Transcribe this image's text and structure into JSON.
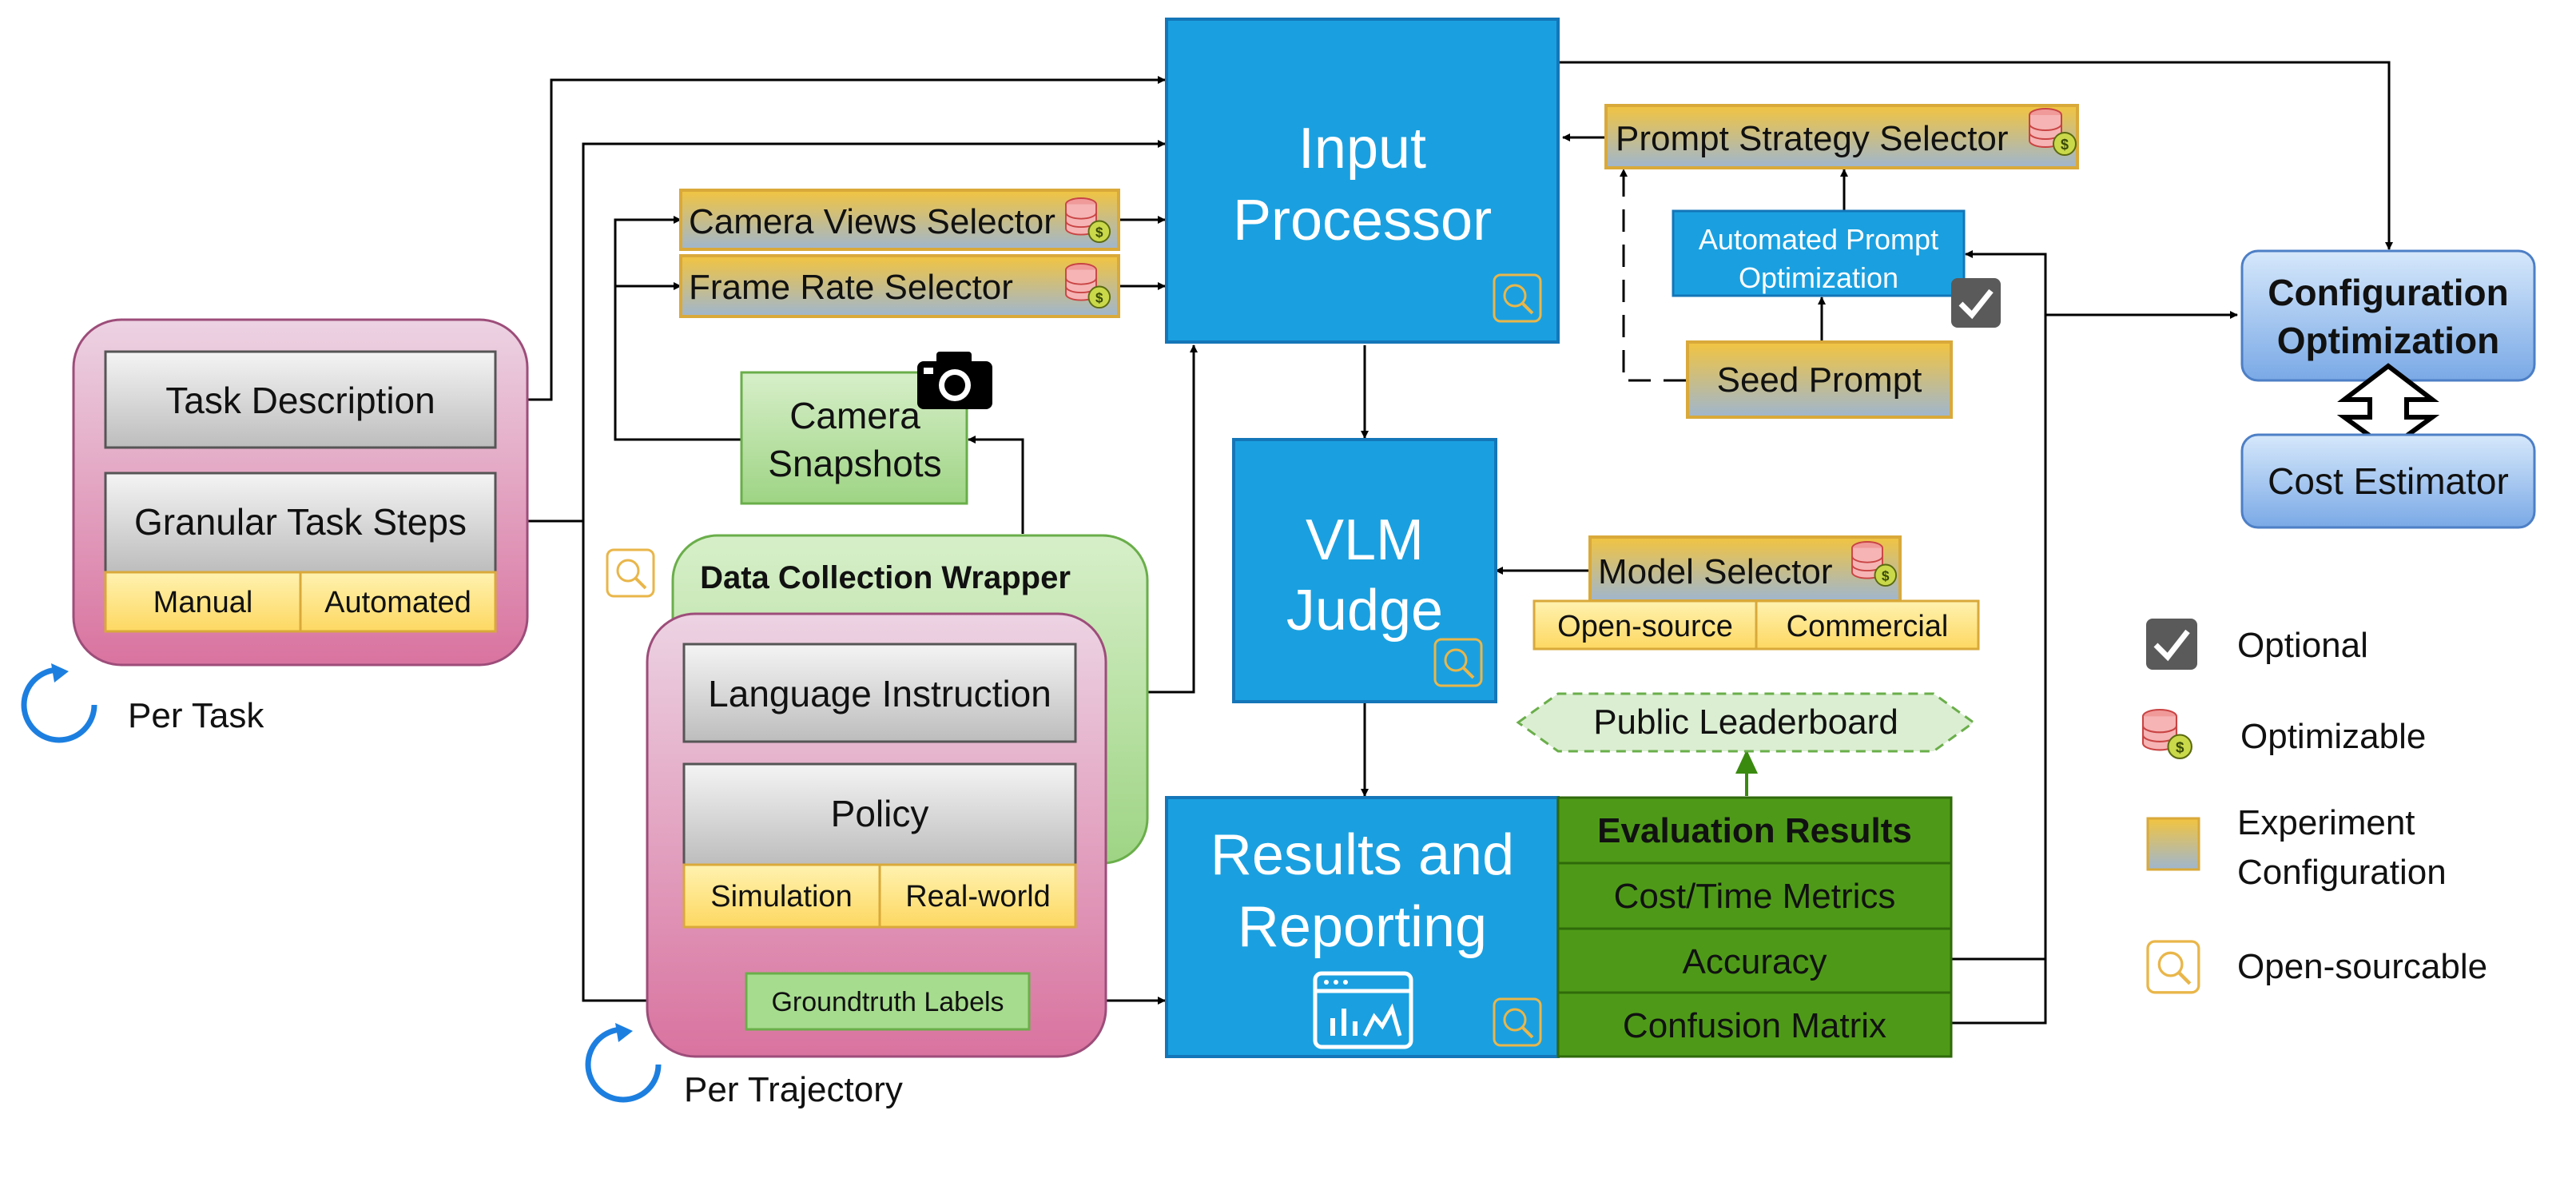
{
  "per_task_group": {
    "task_description": "Task Description",
    "granular_task_steps": "Granular Task Steps",
    "manual": "Manual",
    "automated": "Automated",
    "loop_label": "Per Task"
  },
  "input_processor": {
    "title_line1": "Input",
    "title_line2": "Processor"
  },
  "camera_views_selector": "Camera Views Selector",
  "frame_rate_selector": "Frame Rate Selector",
  "camera_snapshots": {
    "line1": "Camera",
    "line2": "Snapshots"
  },
  "data_collection_wrapper": "Data Collection Wrapper",
  "per_trajectory_group": {
    "language_instruction": "Language Instruction",
    "policy": "Policy",
    "simulation": "Simulation",
    "real_world": "Real-world",
    "groundtruth_labels": "Groundtruth Labels",
    "loop_label": "Per Trajectory"
  },
  "prompt_strategy_selector": "Prompt Strategy Selector",
  "automated_prompt_optimization": {
    "line1": "Automated Prompt",
    "line2": "Optimization"
  },
  "seed_prompt": "Seed Prompt",
  "vlm_judge": {
    "line1": "VLM",
    "line2": "Judge"
  },
  "model_selector": "Model Selector",
  "open_source": "Open-source",
  "commercial": "Commercial",
  "public_leaderboard": "Public Leaderboard",
  "results_reporting": {
    "line1": "Results and",
    "line2": "Reporting"
  },
  "evaluation_results": {
    "header": "Evaluation Results",
    "rows": [
      "Cost/Time Metrics",
      "Accuracy",
      "Confusion Matrix"
    ]
  },
  "configuration_optimization": {
    "line1": "Configuration",
    "line2": "Optimization"
  },
  "cost_estimator": "Cost Estimator",
  "legend": {
    "optional": "Optional",
    "optimizable": "Optimizable",
    "experiment_configuration_line1": "Experiment",
    "experiment_configuration_line2": "Configuration",
    "open_sourcable": "Open-sourcable"
  },
  "colors": {
    "blue_box": "#1aa0e0",
    "pink_group": "#e8b3cf",
    "green_box": "#a6dc8e",
    "dark_green": "#4e9a18",
    "yellow_tag": "#fde48a",
    "config_blue": "#8ab8ee"
  }
}
